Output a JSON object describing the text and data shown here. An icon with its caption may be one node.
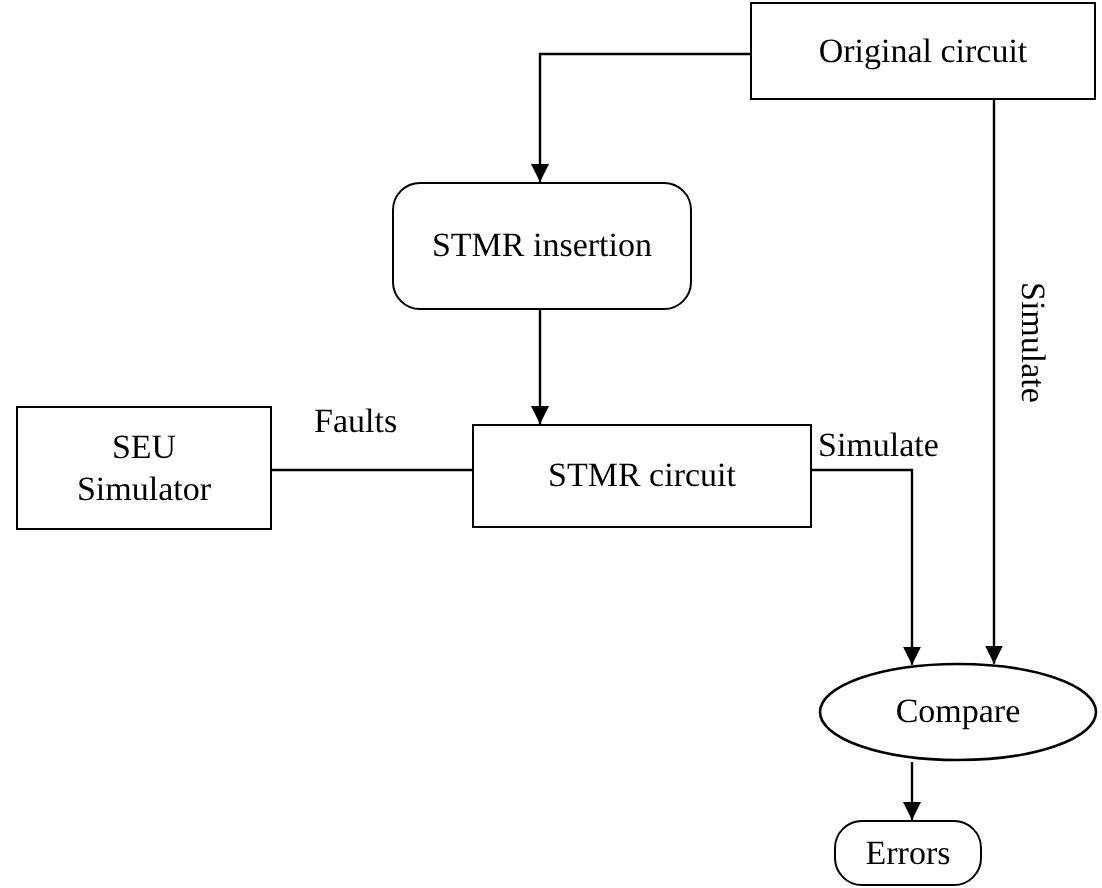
{
  "diagram": {
    "nodes": [
      {
        "text": [
          "Original circuit"
        ]
      },
      {
        "text": [
          "STMR insertion"
        ]
      },
      {
        "text": [
          "SEU Simulator"
        ]
      },
      {
        "text": [
          "STMR circuit"
        ]
      },
      {
        "text": [
          "Compare"
        ]
      },
      {
        "text": [
          "Errors"
        ]
      }
    ],
    "edges": [
      {
        "from": 0,
        "to": 1,
        "arrow": "to"
      },
      {
        "from": 1,
        "to": 3,
        "arrow": "to"
      },
      {
        "from": 2,
        "to": 3,
        "arrow": "none",
        "label": "Faults"
      },
      {
        "from": 3,
        "to": 4,
        "arrow": "to",
        "label": "Simulate"
      },
      {
        "from": 0,
        "to": 4,
        "arrow": "to",
        "label": "Simulate"
      },
      {
        "from": 4,
        "to": 5,
        "arrow": "to"
      }
    ]
  }
}
